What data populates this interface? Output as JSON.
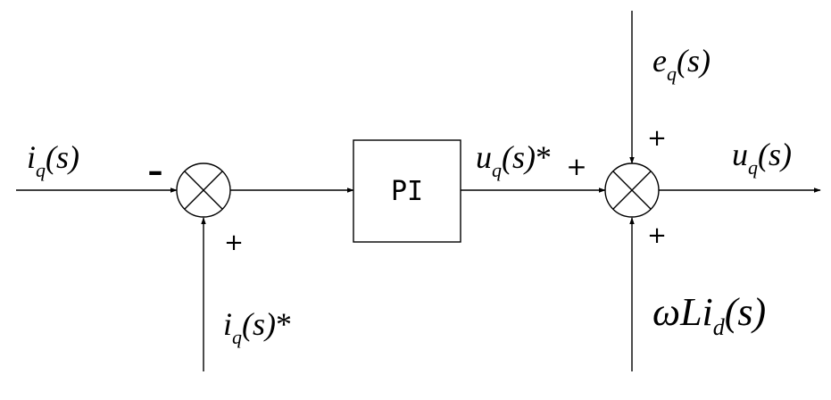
{
  "diagram": {
    "pi_block_label": "PI",
    "labels": {
      "iq_input": {
        "var": "i",
        "sub": "q",
        "arg": "(s)",
        "suffix": ""
      },
      "iq_ref": {
        "var": "i",
        "sub": "q",
        "arg": "(s)",
        "suffix": "*"
      },
      "uq_pi_out": {
        "var": "u",
        "sub": "q",
        "arg": "(s)",
        "suffix": "*"
      },
      "eq_feedforward": {
        "var": "e",
        "sub": "q",
        "arg": "(s)",
        "suffix": ""
      },
      "uq_output": {
        "var": "u",
        "sub": "q",
        "arg": "(s)",
        "suffix": ""
      },
      "coupling": {
        "var": "ωLi",
        "sub": "d",
        "arg": "(s)",
        "suffix": ""
      }
    },
    "signs": {
      "sum1_left": "–",
      "sum1_bottom": "+",
      "sum2_left": "+",
      "sum2_top": "+",
      "sum2_bottom": "+"
    }
  }
}
